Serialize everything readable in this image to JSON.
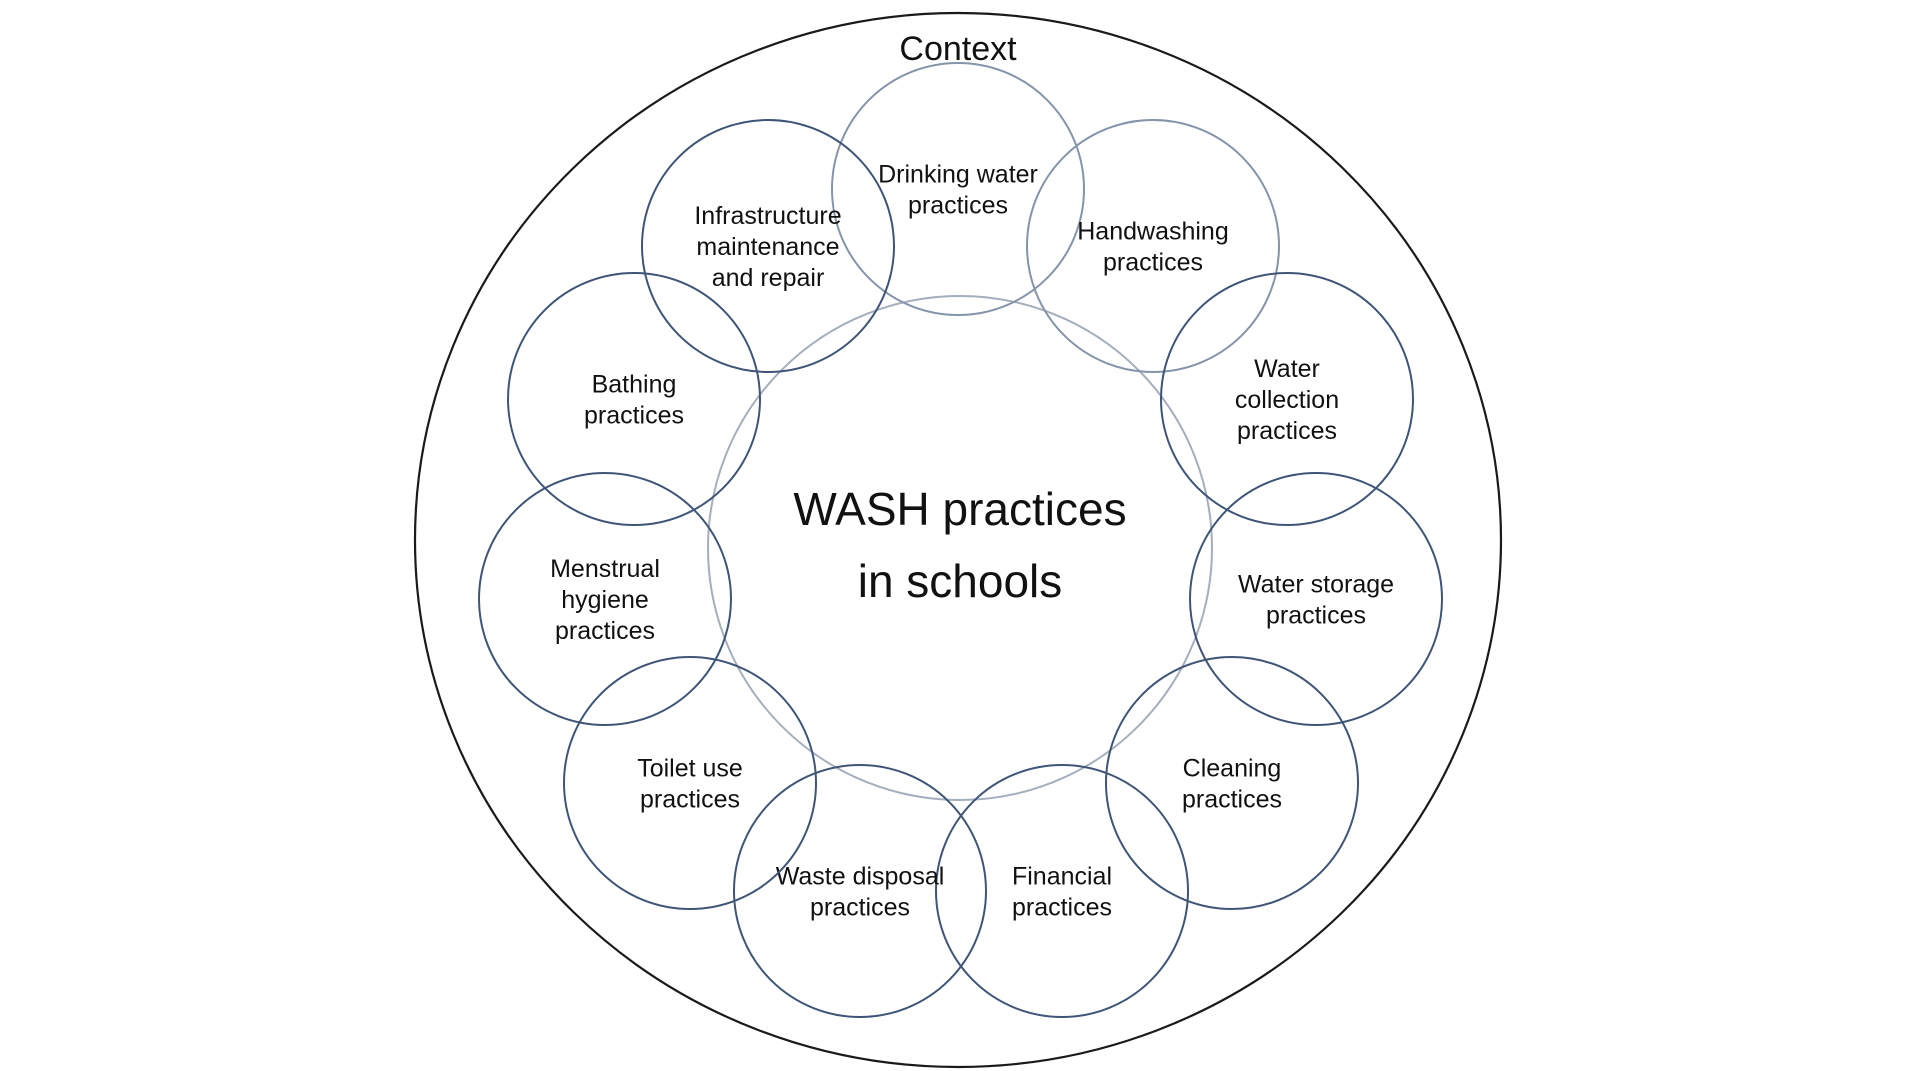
{
  "context_label": "Context",
  "center": {
    "lines": [
      "WASH practices",
      "in schools"
    ]
  },
  "practices": [
    {
      "id": "drinking-water",
      "lines": [
        "Drinking water",
        "practices"
      ],
      "shade": "light"
    },
    {
      "id": "handwashing",
      "lines": [
        "Handwashing",
        "practices"
      ],
      "shade": "light"
    },
    {
      "id": "water-collection",
      "lines": [
        "Water",
        "collection",
        "practices"
      ],
      "shade": "dark"
    },
    {
      "id": "water-storage",
      "lines": [
        "Water storage",
        "practices"
      ],
      "shade": "dark"
    },
    {
      "id": "cleaning",
      "lines": [
        "Cleaning",
        "practices"
      ],
      "shade": "dark"
    },
    {
      "id": "financial",
      "lines": [
        "Financial",
        "practices"
      ],
      "shade": "dark"
    },
    {
      "id": "waste-disposal",
      "lines": [
        "Waste disposal",
        "practices"
      ],
      "shade": "dark"
    },
    {
      "id": "toilet-use",
      "lines": [
        "Toilet use",
        "practices"
      ],
      "shade": "dark"
    },
    {
      "id": "menstrual-hygiene",
      "lines": [
        "Menstrual",
        "hygiene",
        "practices"
      ],
      "shade": "dark"
    },
    {
      "id": "bathing",
      "lines": [
        "Bathing",
        "practices"
      ],
      "shade": "dark"
    },
    {
      "id": "infrastructure",
      "lines": [
        "Infrastructure",
        "maintenance",
        "and repair"
      ],
      "shade": "dark"
    }
  ]
}
